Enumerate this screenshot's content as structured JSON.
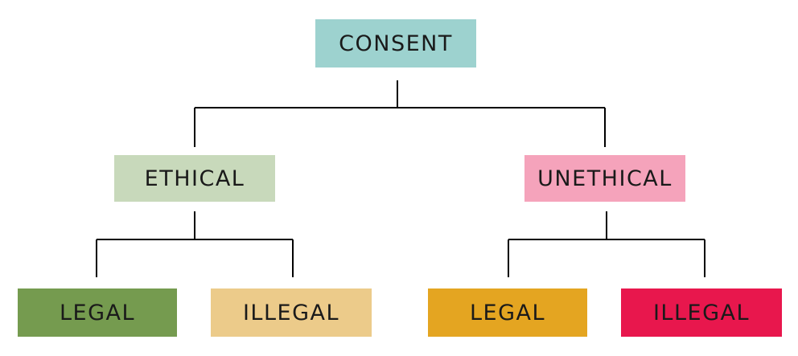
{
  "diagram": {
    "root": {
      "label": "CONSENT",
      "color": "#9dd2cf"
    },
    "branches": [
      {
        "label": "ETHICAL",
        "color": "#c8d9bb",
        "children": [
          {
            "label": "LEGAL",
            "color": "#759b4f"
          },
          {
            "label": "ILLEGAL",
            "color": "#eccb8a"
          }
        ]
      },
      {
        "label": "UNETHICAL",
        "color": "#f5a3bb",
        "children": [
          {
            "label": "LEGAL",
            "color": "#e4a521"
          },
          {
            "label": "ILLEGAL",
            "color": "#e8174d"
          }
        ]
      }
    ],
    "connector_color": "#000000"
  }
}
